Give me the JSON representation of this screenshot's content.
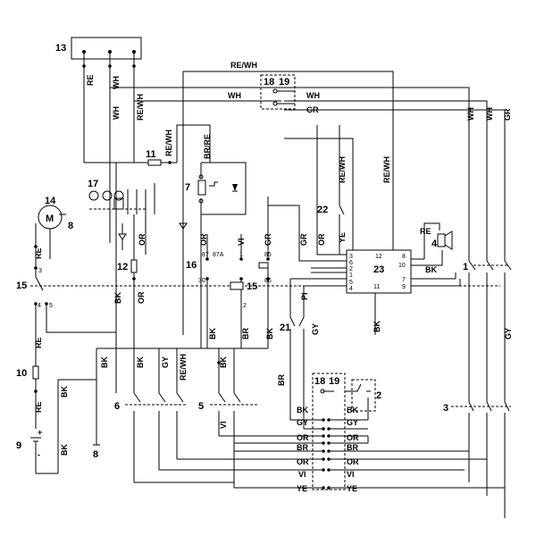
{
  "components": {
    "c1": "1",
    "c2": "2",
    "c3": "3",
    "c4": "4",
    "c5": "5",
    "c6": "6",
    "c7": "7",
    "c8a": "8",
    "c8b": "8",
    "c9": "9",
    "c10": "10",
    "c11": "11",
    "c12": "12",
    "c13": "13",
    "c14": "14",
    "c15a": "15",
    "c15b": "15",
    "c16": "16",
    "c17": "17",
    "c18a": "18",
    "c19a": "19",
    "c18b": "18",
    "c19b": "19",
    "c21": "21",
    "c22": "22",
    "c23": "23"
  },
  "symbols": {
    "motor": "M",
    "plus": "+",
    "minus": "-"
  },
  "wires": {
    "re_13": "RE",
    "wh_13": "WH",
    "rewh_13": "RE/WH",
    "rewh_top": "RE/WH",
    "wh_top": "WH",
    "wh_top2": "WH",
    "gr_top": "GR",
    "wh_r1": "WH",
    "wh_r2": "WH",
    "gr_r": "GR",
    "gy_r": "GY",
    "rewh_11": "RE/WH",
    "brre": "BR/RE",
    "rewh_22": "RE/WH",
    "rewh_23": "RE/WH",
    "ye_22": "YE",
    "re_14": "RE",
    "re_15": "RE",
    "re_10": "RE",
    "bk_9": "BK",
    "bk_8": "BK",
    "bk_12": "BK",
    "or_12a": "OR",
    "or_12b": "OR",
    "or_16": "OR",
    "vi_16": "VI",
    "gr_16": "GR",
    "gr_23": "GR",
    "or_23": "OR",
    "bk_15": "BK",
    "br_15": "BR",
    "bk_85": "BK",
    "pi_23": "PI",
    "gy_23": "GY",
    "bk_23": "BK",
    "bk_4": "BK",
    "re_4": "RE",
    "bk_b1": "BK",
    "bk_b2": "BK",
    "gy_b": "GY",
    "rewh_b": "RE/WH",
    "bk_b3": "BK",
    "vi_5": "VI",
    "br_21": "BR",
    "t_bk_l": "BK",
    "t_bk_r": "BK",
    "t_gy_l": "GY",
    "t_gy_r": "GY",
    "t_or_l": "OR",
    "t_or_r": "OR",
    "t_br_l": "BR",
    "t_br_r": "BR",
    "t_or2_l": "OR",
    "t_or2_r": "OR",
    "t_vi_l": "VI",
    "t_vi_r": "VI",
    "t_ye_l": "YE",
    "t_ye_r": "YE"
  },
  "pins": {
    "p87": "87",
    "p87a": "87A",
    "p85": "85",
    "p30": "30",
    "p86": "86",
    "p1": "1",
    "p2": "2",
    "r3": "3",
    "r6": "6",
    "r2": "2",
    "r1": "1",
    "r5": "5",
    "r4": "4",
    "r12": "12",
    "r11": "11",
    "r8": "8",
    "r10": "10",
    "r7": "7",
    "r9": "9",
    "s3": "3",
    "s4": "4",
    "s5": "5"
  }
}
